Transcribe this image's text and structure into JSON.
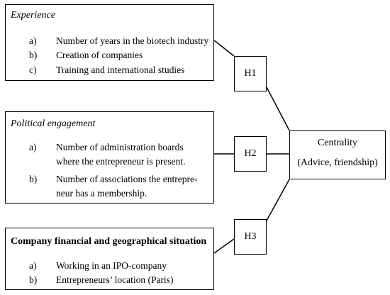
{
  "experience": {
    "title": "Experience",
    "items": [
      {
        "marker": "a)",
        "text": "Number of years in the biotech industry"
      },
      {
        "marker": "b)",
        "text": "Creation of companies"
      },
      {
        "marker": "c)",
        "text": "Training and international studies"
      }
    ]
  },
  "political": {
    "title": "Political engagement",
    "items": [
      {
        "marker": "a)",
        "lines": [
          "Number of administration boards",
          "where the entrepreneur is present."
        ]
      },
      {
        "marker": "b)",
        "lines": [
          "Number of associations the entrepre-",
          "neur has a membership."
        ]
      }
    ]
  },
  "company": {
    "title": "Company financial and geographical situation",
    "items": [
      {
        "marker": "a)",
        "text": "Working in an IPO-company"
      },
      {
        "marker": "b)",
        "text": "Entrepreneurs’ location (Paris)"
      }
    ]
  },
  "hypotheses": {
    "h1": "H1",
    "h2": "H2",
    "h3": "H3"
  },
  "outcome": {
    "line1": "Centrality",
    "line2": "(Advice, friendship)"
  }
}
